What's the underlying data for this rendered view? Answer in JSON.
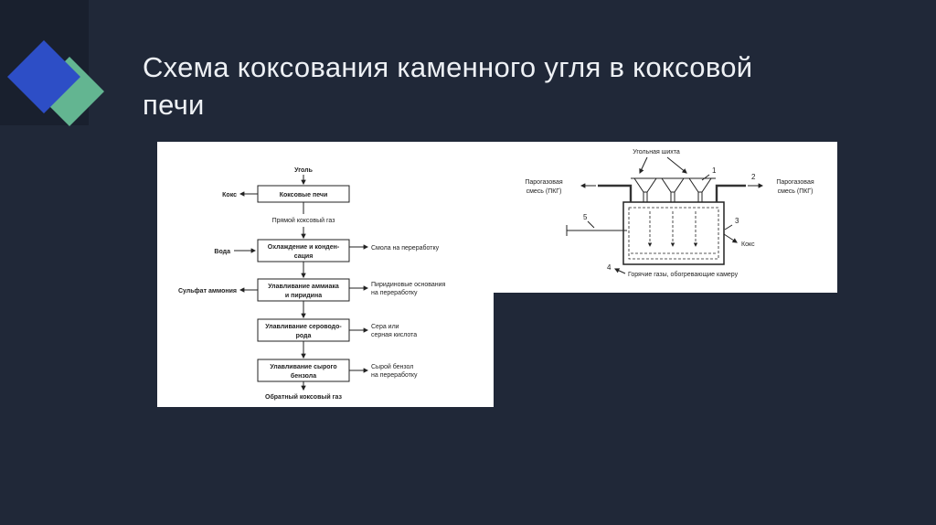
{
  "slide": {
    "title_line1": "Схема коксования каменного угля в коксовой",
    "title_line2": "печи",
    "colors": {
      "background": "#202838",
      "corner_background": "#19202e",
      "accent_blue": "#2d4ec6",
      "accent_green": "#63b591",
      "panel": "#ffffff",
      "ink": "#222222"
    }
  },
  "flowchart": {
    "coal": "Уголь",
    "coke": "Кокс",
    "box_coke_ovens": "Коксовые печи",
    "direct_gas": "Прямой коксовый газ",
    "box_cooling_l1": "Охлаждение и конден-",
    "box_cooling_l2": "сация",
    "water": "Вода",
    "tar": "Смола на переработку",
    "box_ammonia_l1": "Улавливание аммиака",
    "box_ammonia_l2": "и пиридина",
    "ammonium_sulfate": "Сульфат аммония",
    "pyridine_l1": "Пиридиновые основания",
    "pyridine_l2": "на переработку",
    "box_h2s_l1": "Улавливание сероводо-",
    "box_h2s_l2": "рода",
    "sulfur_l1": "Сера или",
    "sulfur_l2": "серная кислота",
    "box_benzene_l1": "Улавливание сырого",
    "box_benzene_l2": "бензола",
    "benzene_l1": "Сырой бензол",
    "benzene_l2": "на переработку",
    "return_gas": "Обратный коксовый газ"
  },
  "oven": {
    "charge": "Угольная шихта",
    "pkg_left_l1": "Парогазовая",
    "pkg_left_l2": "смесь (ПКГ)",
    "pkg_right_l1": "Парогазовая",
    "pkg_right_l2": "смесь (ПКГ)",
    "coke": "Кокс",
    "hot_gases": "Горячие газы, обогревающие камеру",
    "n1": "1",
    "n2": "2",
    "n3": "3",
    "n4": "4",
    "n5": "5"
  }
}
